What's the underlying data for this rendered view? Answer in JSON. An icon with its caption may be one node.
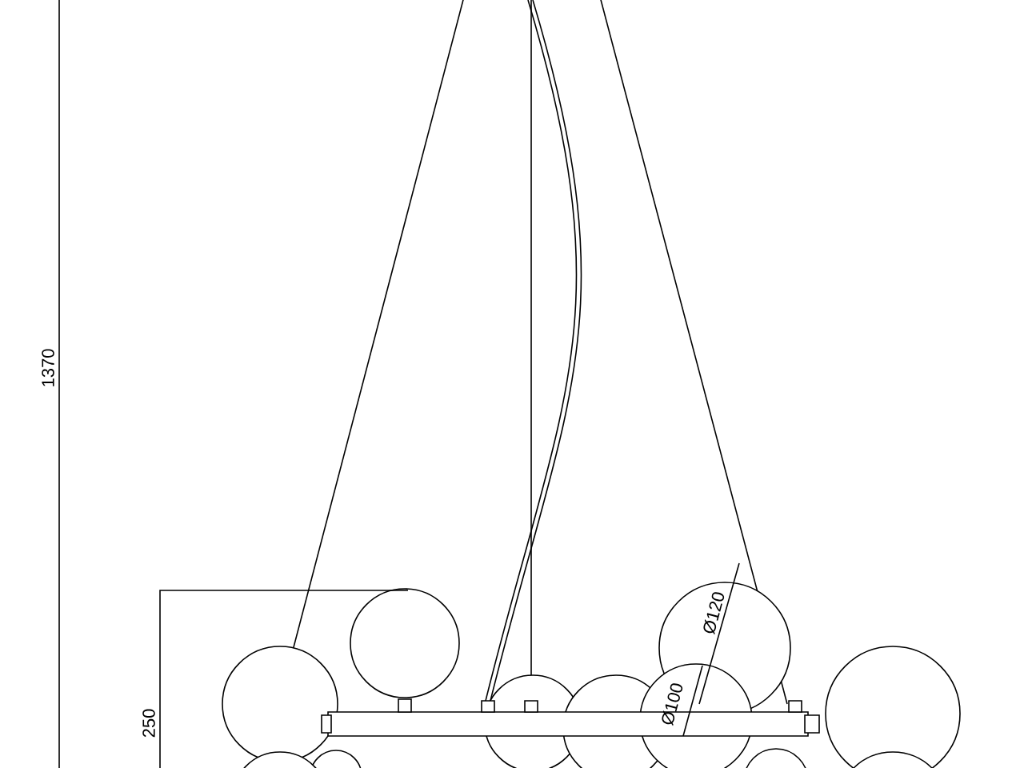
{
  "diagram": {
    "labels": [
      "1370",
      "250",
      "Ø120",
      "Ø100"
    ]
  }
}
